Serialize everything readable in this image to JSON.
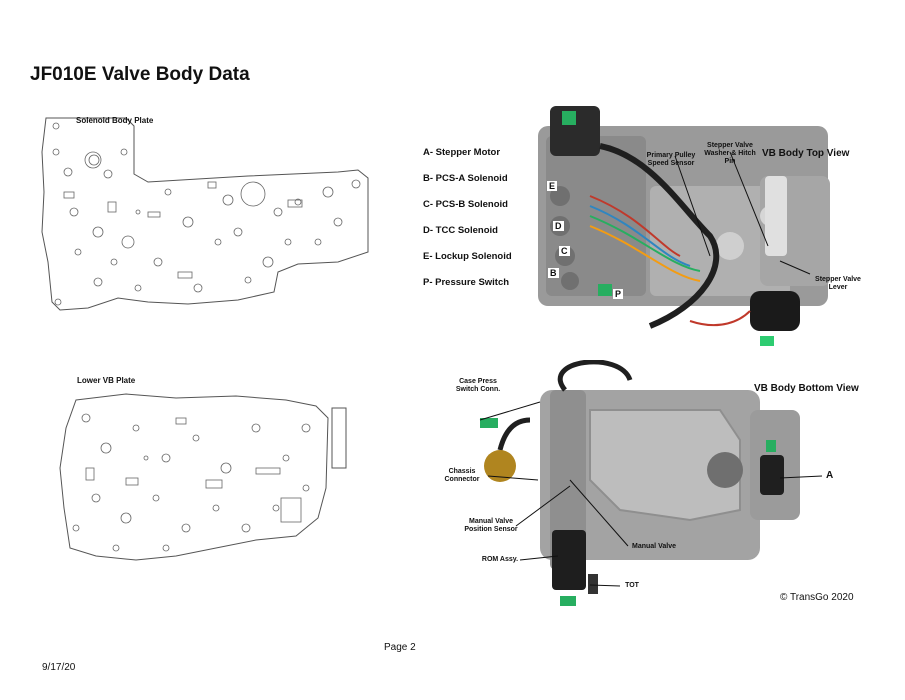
{
  "title": "JF010E Valve Body Data",
  "plates": {
    "solenoid_body_plate": "Solenoid Body Plate",
    "lower_vb_plate": "Lower VB Plate"
  },
  "legend": [
    {
      "letter": "A",
      "text": "A- Stepper Motor"
    },
    {
      "letter": "B",
      "text": "B- PCS-A Solenoid"
    },
    {
      "letter": "C",
      "text": "C- PCS-B Solenoid"
    },
    {
      "letter": "D",
      "text": "D- TCC Solenoid"
    },
    {
      "letter": "E",
      "text": "E- Lockup Solenoid"
    },
    {
      "letter": "P",
      "text": "P- Pressure Switch"
    }
  ],
  "top_view": {
    "title": "VB Body Top View",
    "primary_pulley": "Primary Pulley Speed Sensor",
    "stepper_washer": "Stepper Valve Washer & Hitch Pin",
    "stepper_lever": "Stepper Valve Lever",
    "markers": [
      "E",
      "D",
      "C",
      "B",
      "P"
    ]
  },
  "bottom_view": {
    "title": "VB Body Bottom View",
    "case_press": "Case Press Switch Conn.",
    "chassis": "Chassis Connector",
    "manual_pos": "Manual Valve Position Sensor",
    "manual_valve": "Manual Valve",
    "rom": "ROM Assy.",
    "tot": "TOT",
    "marker_a": "A"
  },
  "copyright": "© TransGo 2020",
  "page": "Page 2",
  "date": "9/17/20"
}
